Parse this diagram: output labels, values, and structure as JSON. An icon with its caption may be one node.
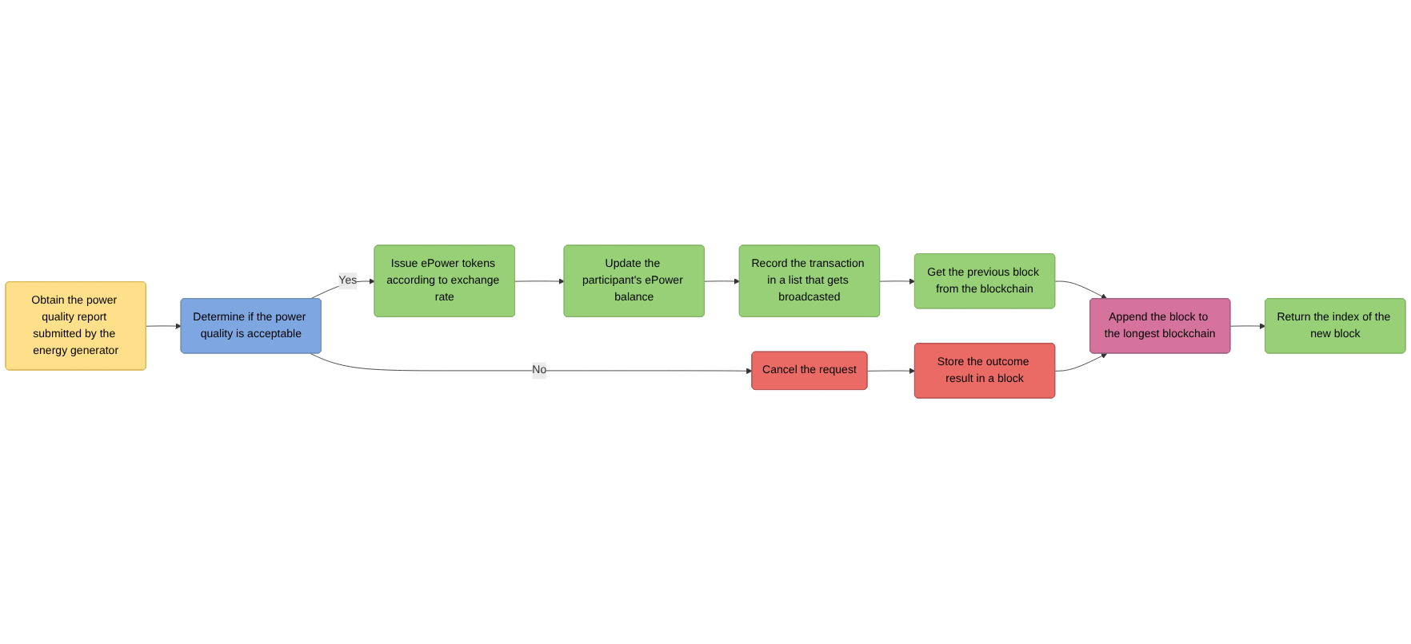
{
  "diagram": {
    "nodes": [
      {
        "text": [
          "Obtain the power quality report submitted by the energy generator"
        ]
      },
      {
        "text": [
          "Determine if the power quality is acceptable"
        ]
      },
      {
        "text": [
          "Issue ePower tokens according to exchange rate"
        ]
      },
      {
        "text": [
          "Update the participant's ePower balance"
        ]
      },
      {
        "text": [
          "Store the outcome result in a block"
        ]
      },
      {
        "text": [
          "Cancel the request"
        ]
      },
      {
        "text": [
          "Get the previous block from the blockchain"
        ]
      },
      {
        "text": [
          "Record the transaction in a list that gets broadcasted"
        ]
      },
      {
        "text": [
          "Append the block to the longest blockchain"
        ]
      },
      {
        "text": [
          "Return the index of the new block"
        ]
      }
    ],
    "edges": [
      {
        "from": 0,
        "to": 1,
        "arrow": "to"
      },
      {
        "from": 1,
        "to": 2,
        "arrow": "to",
        "label": "Yes"
      },
      {
        "from": 2,
        "to": 3,
        "arrow": "to"
      },
      {
        "from": 3,
        "to": 7,
        "arrow": "to"
      },
      {
        "from": 7,
        "to": 6,
        "arrow": "to"
      },
      {
        "from": 1,
        "to": 5,
        "arrow": "to",
        "label": "No"
      },
      {
        "from": 5,
        "to": 4,
        "arrow": "to"
      },
      {
        "from": 6,
        "to": 8,
        "arrow": "to"
      },
      {
        "from": 4,
        "to": 8,
        "arrow": "to"
      },
      {
        "from": 8,
        "to": 9,
        "arrow": "to"
      }
    ]
  }
}
